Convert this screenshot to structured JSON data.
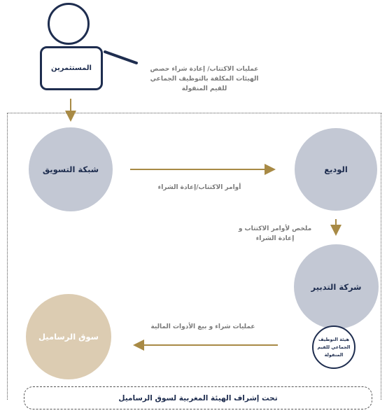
{
  "colors": {
    "navy": "#1e2d4f",
    "arrow_gold": "#a88a45",
    "grey_circle": "#c3c8d4",
    "tan_circle": "#dcccb2",
    "label_grey": "#7a7a7a"
  },
  "investor": {
    "label": "المستثمرين",
    "note_lines": [
      "عمليات الاكتتاب/ إعادة شراء حصص",
      "الهيئات المكلفة بالتوظيف الجماعي",
      "للقيم المنقولة"
    ]
  },
  "nodes": {
    "marketing_network": "شبكة التسويق",
    "depositary": "الوديع",
    "management_company": "شركة التدبير",
    "capital_market": "سوق الرساميل"
  },
  "badge": {
    "lines": [
      "هيئة التوظيف",
      "الجماعي للقيم",
      "المنقولة"
    ]
  },
  "edges": {
    "marketing_to_depositary": "أوامر الاكتتاب/إعادة الشراء",
    "depositary_to_management_lines": [
      "ملخص لأوامر الاكتتاب و",
      "إعادة الشراء"
    ],
    "management_to_market": "عمليات شراء و بيع الأدوات المالية"
  },
  "supervision": "تحت إشراف الهيئة المغربية لسوق الرساميل"
}
